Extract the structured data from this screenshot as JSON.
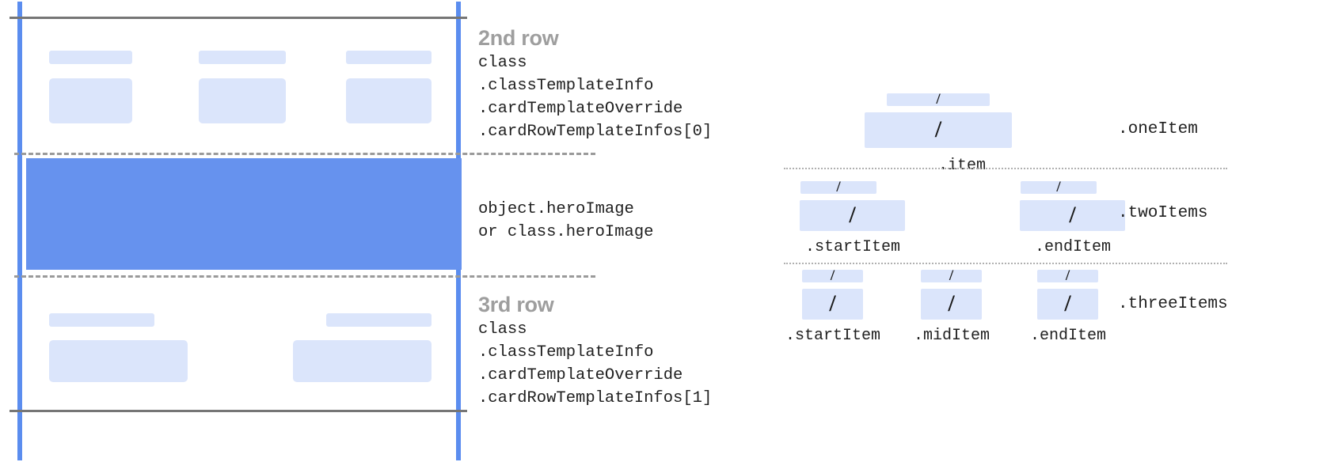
{
  "colors": {
    "guide_blue": "#5b8def",
    "hero_blue": "#6692ee",
    "placeholder_blue": "#dbe5fb",
    "rule_gray": "#767676",
    "dash_gray": "#9a9a9a",
    "heading_gray": "#9e9e9e",
    "code_black": "#212121",
    "background": "#ffffff"
  },
  "wireframe": {
    "second_row": {
      "cells": [
        {
          "title_label": "placeholder-title",
          "body_label": "placeholder-body"
        },
        {
          "title_label": "placeholder-title",
          "body_label": "placeholder-body"
        },
        {
          "title_label": "placeholder-title",
          "body_label": "placeholder-body"
        }
      ]
    },
    "hero_row": {
      "label": "hero-image-band"
    },
    "third_row": {
      "cells": [
        {
          "title_label": "placeholder-title",
          "body_label": "placeholder-body"
        },
        {
          "title_label": "placeholder-title",
          "body_label": "placeholder-body"
        }
      ]
    }
  },
  "annotations": [
    {
      "id": "second-row",
      "heading": "2nd row",
      "lines": [
        "class",
        ".classTemplateInfo",
        ".cardTemplateOverride",
        ".cardRowTemplateInfos[0]"
      ]
    },
    {
      "id": "hero-image",
      "heading": "",
      "lines": [
        "object.heroImage",
        "or class.heroImage"
      ]
    },
    {
      "id": "third-row",
      "heading": "3rd row",
      "lines": [
        "class",
        ".classTemplateInfo",
        ".cardTemplateOverride",
        ".cardRowTemplateInfos[1]"
      ]
    }
  ],
  "spec_diagram": {
    "groups": [
      {
        "name": "one-item",
        "group_label": ".oneItem",
        "columns": [
          {
            "label": ".item",
            "slash": "/"
          }
        ]
      },
      {
        "name": "two-items",
        "group_label": ".twoItems",
        "columns": [
          {
            "label": ".startItem",
            "slash": "/"
          },
          {
            "label": ".endItem",
            "slash": "/"
          }
        ]
      },
      {
        "name": "three-items",
        "group_label": ".threeItems",
        "columns": [
          {
            "label": ".startItem",
            "slash": "/"
          },
          {
            "label": ".midItem",
            "slash": "/"
          },
          {
            "label": ".endItem",
            "slash": "/"
          }
        ]
      }
    ]
  }
}
